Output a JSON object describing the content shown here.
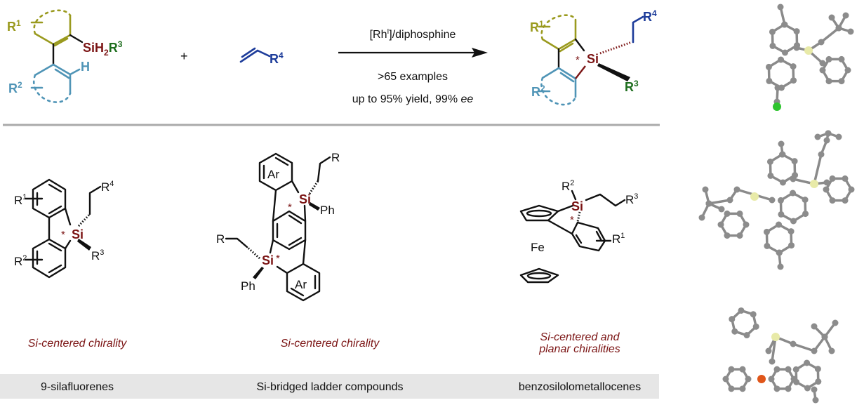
{
  "reaction": {
    "reactant1": {
      "r1": "R",
      "r1_sup": "1",
      "r2": "R",
      "r2_sup": "2",
      "si": "SiH",
      "si_sub": "2",
      "r3": "R",
      "r3_sup": "3",
      "h": "H"
    },
    "plus": "+",
    "reactant2": {
      "r4": "R",
      "r4_sup": "4"
    },
    "conditions": {
      "catalyst_pre": "[Rh",
      "catalyst_sup": "I",
      "catalyst_post": "]/diphosphine",
      "examples": ">65 examples",
      "yield_text": "up to 95% yield, 99% ",
      "ee": "ee"
    },
    "product": {
      "r1": "R",
      "r1_sup": "1",
      "r2": "R",
      "r2_sup": "2",
      "si": "Si",
      "star": "*",
      "r3": "R",
      "r3_sup": "3",
      "r4": "R",
      "r4_sup": "4"
    }
  },
  "compounds": [
    {
      "name": "9-silafluorenes",
      "chirality": "Si-centered chirality",
      "labels": {
        "r1": "R",
        "r1_sup": "1",
        "r2": "R",
        "r2_sup": "2",
        "r3": "R",
        "r3_sup": "3",
        "r4": "R",
        "r4_sup": "4",
        "si": "Si",
        "star": "*"
      }
    },
    {
      "name": "Si-bridged ladder compounds",
      "chirality": "Si-centered chirality",
      "labels": {
        "ar": "Ar",
        "si": "Si",
        "star": "*",
        "r": "R",
        "ph": "Ph"
      }
    },
    {
      "name": "benzosilolometallocenes",
      "chirality_line1": "Si-centered and",
      "chirality_line2": "planar chiralities",
      "labels": {
        "r1": "R",
        "r1_sup": "1",
        "r2": "R",
        "r2_sup": "2",
        "r3": "R",
        "r3_sup": "3",
        "si": "Si",
        "star": "*",
        "fe": "Fe"
      }
    }
  ],
  "colors": {
    "ring1": "#9a9a1e",
    "ring2": "#4f94b6",
    "silicon": "#7b1414",
    "r3": "#1e6e1e",
    "r4": "#1d3c9a",
    "band": "#e6e6e6",
    "divider": "#aaaaaa",
    "atom": "#8c8c8c",
    "si_atom": "#e8eaa8",
    "cl_atom": "#2fc42f",
    "fe_atom": "#e0561a"
  }
}
